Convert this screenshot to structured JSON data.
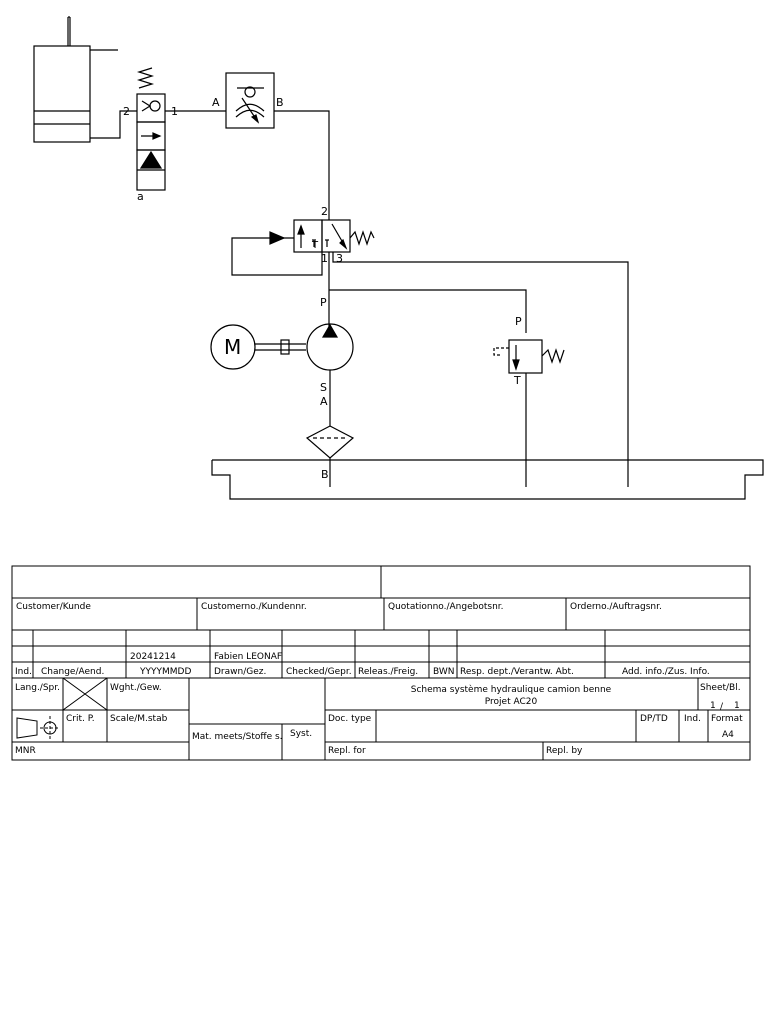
{
  "schema": {
    "ports": {
      "check_valve_2": "2",
      "check_valve_1": "1",
      "solenoid_a": "a",
      "flow_A": "A",
      "flow_B": "B",
      "main_valve_2": "2",
      "main_valve_1": "1",
      "main_valve_3": "3",
      "main_valve_T": "T",
      "pump_P": "P",
      "pump_S": "S",
      "filter_A": "A",
      "filter_B": "B",
      "relief_P": "P",
      "relief_T": "T"
    },
    "motor_label": "M"
  },
  "titleblock": {
    "customer": "Customer/Kunde",
    "customerno": "Customerno./Kundennr.",
    "quotationno": "Quotationno./Angebotsnr.",
    "orderno": "Orderno./Auftragsnr.",
    "revision_date": "20241214",
    "revision_author": "Fabien LEONAF",
    "hdr_ind": "Ind.",
    "hdr_change": "Change/Aend.",
    "hdr_date": "YYYYMMDD",
    "hdr_drawn": "Drawn/Gez.",
    "hdr_checked": "Checked/Gepr.",
    "hdr_releas": "Releas./Freig.",
    "hdr_bwn": "BWN",
    "hdr_resp": "Resp. dept./Verantw. Abt.",
    "hdr_addinfo": "Add. info./Zus. Info.",
    "lang": "Lang./Spr.",
    "weight": "Wght./Gew.",
    "title_line1": "Schema système hydraulique camion benne",
    "title_line2": "Projet AC20",
    "sheet_label": "Sheet/Bl.",
    "sheet_num": "1",
    "sheet_sep": "/",
    "sheet_total": "1",
    "crit": "Crit. P.",
    "scale": "Scale/M.stab",
    "material": "Mat. meets/Stoffe s.",
    "syst": "Syst.",
    "doc_type": "Doc. type",
    "dptd": "DP/TD",
    "ind": "Ind.",
    "format_label": "Format",
    "format_value": "A4",
    "mnr": "MNR",
    "repl_for": "Repl. for",
    "repl_by": "Repl. by"
  }
}
